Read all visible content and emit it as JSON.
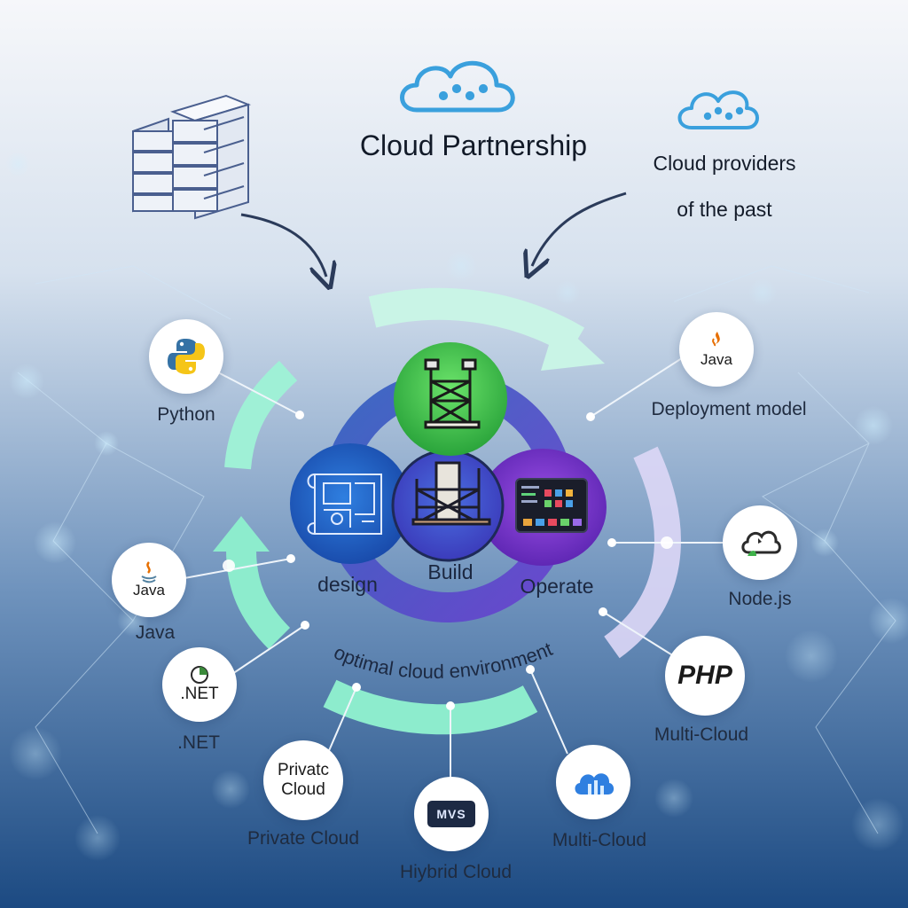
{
  "title": "Cloud Partnership",
  "past_label_line1": "Cloud providers",
  "past_label_line2": "of the past",
  "petals": {
    "design": "design",
    "build": "Build",
    "operate": "Operate"
  },
  "arc_text": "optimal cloud environment",
  "nodes": {
    "python": {
      "label": "Python"
    },
    "java_left": {
      "icon_text": "Java",
      "label": "Java"
    },
    "dotnet": {
      "icon_text": ".NET",
      "label": ".NET"
    },
    "private_cloud": {
      "icon_text_line1": "Privatc",
      "icon_text_line2": "Cloud",
      "label": "Private Cloud"
    },
    "hybrid_cloud": {
      "icon_text": "MVS",
      "label": "Hiybrid Cloud"
    },
    "multi_cloud_bottom": {
      "label": "Multi-Cloud"
    },
    "java_right": {
      "icon_text": "Java",
      "label": "Deployment model"
    },
    "nodejs": {
      "label": "Node.js"
    },
    "php": {
      "icon_text": "PHP",
      "label": "Multi-Cloud"
    }
  },
  "colors": {
    "bg_top": "#f4f6f9",
    "bg_bottom": "#1f4f86",
    "design_petal": "#1f5fc8",
    "build_petal": "#3fc24a",
    "operate_petal": "#7a2fd0",
    "mint_arrow": "#8ff0d4",
    "lavender_arc": "#d9d3f5",
    "cloud_outline": "#3aa0dd"
  }
}
